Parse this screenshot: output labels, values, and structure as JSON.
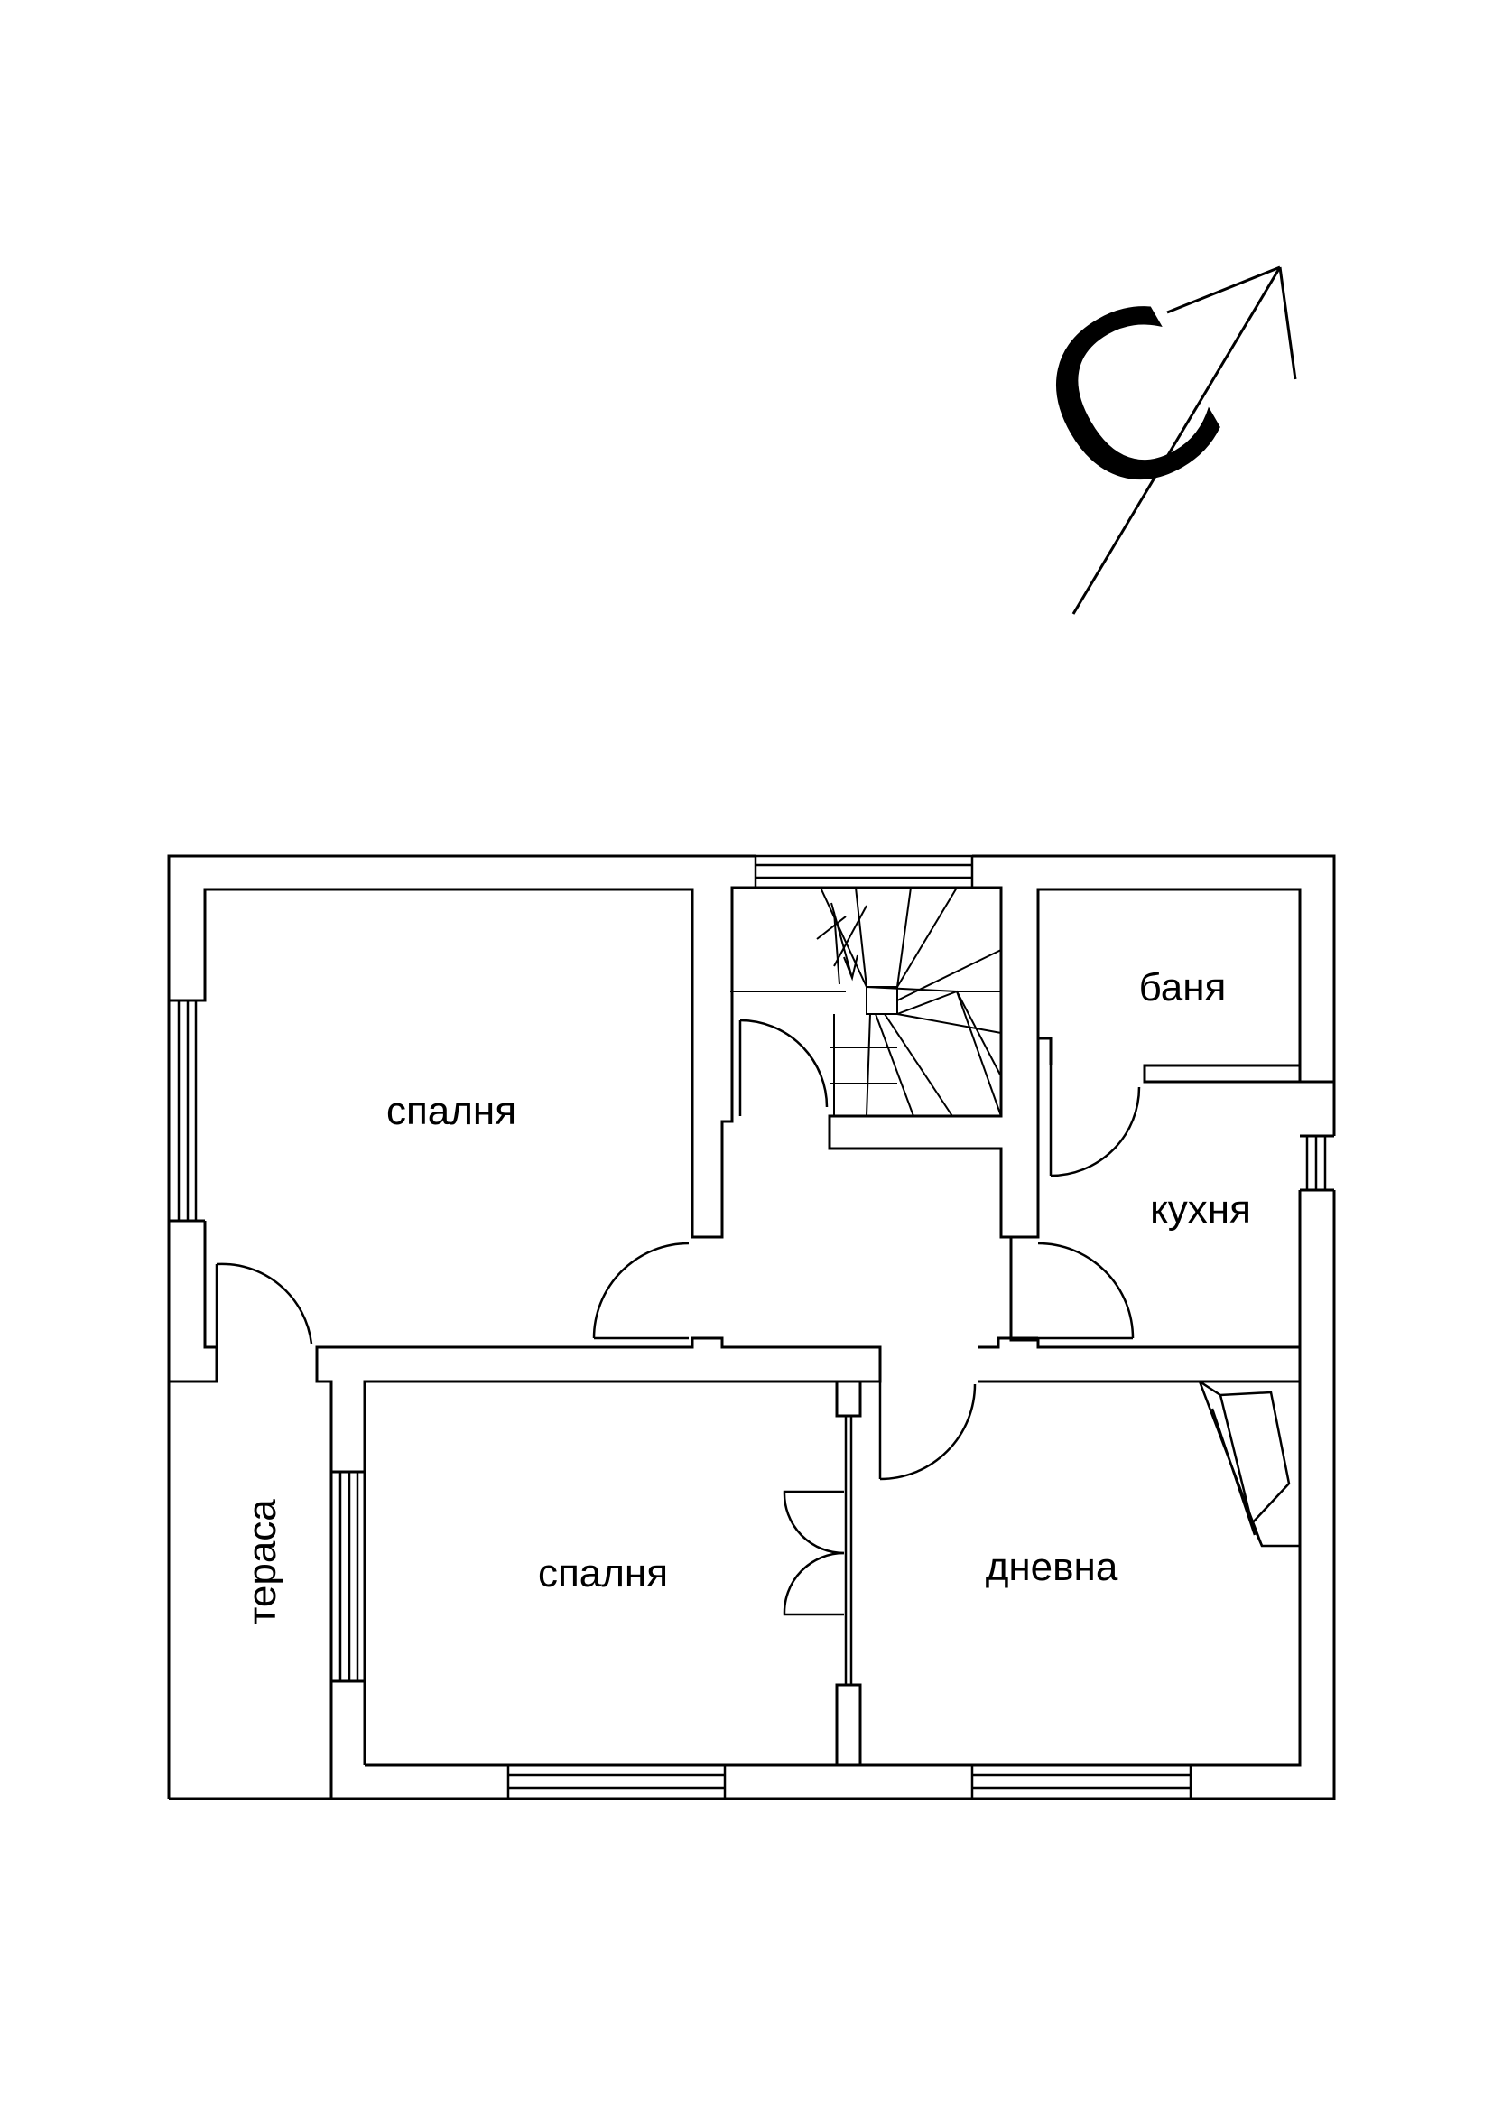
{
  "compass": {
    "letter": "С",
    "icon": "north-arrow-icon"
  },
  "rooms": {
    "bedroom_top": "спалня",
    "bathroom": "баня",
    "kitchen": "кухня",
    "bedroom_bottom": "спалня",
    "living_room": "дневна",
    "terrace": "тераса"
  },
  "colors": {
    "ink": "#000000",
    "paper": "#ffffff"
  }
}
